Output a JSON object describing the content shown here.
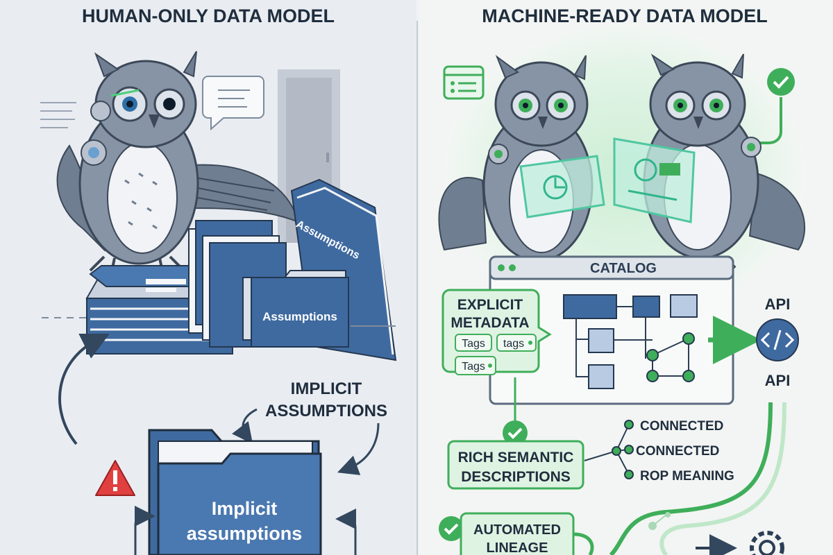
{
  "left": {
    "title": "HUMAN-ONLY DATA MODEL",
    "folder_label_1": "Assumptions",
    "folder_label_2": "Assumptions",
    "callout_line1": "IMPLICIT",
    "callout_line2": "ASSUMPTIONS",
    "big_folder_line1": "Implicit",
    "big_folder_line2": "assumptions"
  },
  "right": {
    "title": "MACHINE-READY DATA MODEL",
    "catalog_title": "CATALOG",
    "metadata_line1": "EXPLICIT",
    "metadata_line2": "METADATA",
    "tag_1": "Tags",
    "tag_2": "tags",
    "tag_3": "Tags",
    "api_top": "API",
    "api_bottom": "API",
    "semantic_line1": "RICH SEMANTIC",
    "semantic_line2": "DESCRIPTIONS",
    "connected_1": "CONNECTED",
    "connected_2": "CONNECTED",
    "connected_3": "ROP MEANING",
    "lineage_line1": "AUTOMATED",
    "lineage_line2": "LINEAGE"
  },
  "colors": {
    "navy": "#1f2d3d",
    "folder_blue": "#3f6aa0",
    "green": "#3fae5a",
    "mint": "#dff3e3",
    "warning_red": "#e04040"
  }
}
